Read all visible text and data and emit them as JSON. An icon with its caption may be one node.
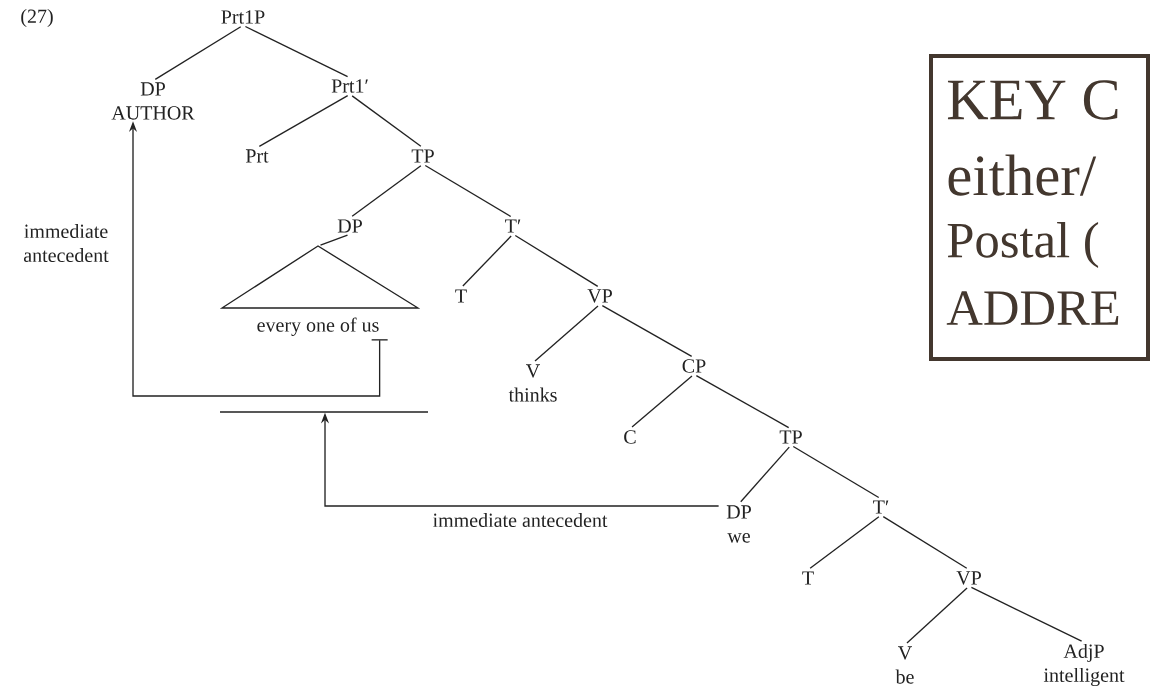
{
  "diagram": {
    "nodes": [
      {
        "text": [
          "Prt1P"
        ]
      },
      {
        "text": [
          "DP",
          "AUTHOR"
        ]
      },
      {
        "text": [
          "Prt1′"
        ]
      },
      {
        "text": [
          "Prt"
        ]
      },
      {
        "text": [
          "TP"
        ]
      },
      {
        "text": [
          "DP"
        ]
      },
      {
        "text": [
          "every one of us"
        ]
      },
      {
        "text": [
          "T′"
        ]
      },
      {
        "text": [
          "T"
        ]
      },
      {
        "text": [
          "VP"
        ]
      },
      {
        "text": [
          "V",
          "thinks"
        ]
      },
      {
        "text": [
          "CP"
        ]
      },
      {
        "text": [
          "C"
        ]
      },
      {
        "text": [
          "TP"
        ]
      },
      {
        "text": [
          "DP",
          "we"
        ]
      },
      {
        "text": [
          "T′"
        ]
      },
      {
        "text": [
          "T"
        ]
      },
      {
        "text": [
          "VP"
        ]
      },
      {
        "text": [
          "V",
          "be"
        ]
      },
      {
        "text": [
          "AdjP",
          "intelligent"
        ]
      },
      {
        "text": [],
        "shape": "bar"
      },
      {
        "text": [
          "KEY C",
          "either/",
          "Postal (",
          "ADDRE"
        ]
      }
    ],
    "edges": [
      {
        "from": 0,
        "to": 1,
        "arrow": "none"
      },
      {
        "from": 0,
        "to": 2,
        "arrow": "none"
      },
      {
        "from": 2,
        "to": 3,
        "arrow": "none"
      },
      {
        "from": 2,
        "to": 4,
        "arrow": "none"
      },
      {
        "from": 4,
        "to": 5,
        "arrow": "none"
      },
      {
        "from": 4,
        "to": 7,
        "arrow": "none"
      },
      {
        "from": 5,
        "to": 6,
        "arrow": "none"
      },
      {
        "from": 7,
        "to": 8,
        "arrow": "none"
      },
      {
        "from": 7,
        "to": 9,
        "arrow": "none"
      },
      {
        "from": 9,
        "to": 10,
        "arrow": "none"
      },
      {
        "from": 9,
        "to": 11,
        "arrow": "none"
      },
      {
        "from": 11,
        "to": 12,
        "arrow": "none"
      },
      {
        "from": 11,
        "to": 13,
        "arrow": "none"
      },
      {
        "from": 13,
        "to": 14,
        "arrow": "none"
      },
      {
        "from": 13,
        "to": 15,
        "arrow": "none"
      },
      {
        "from": 15,
        "to": 16,
        "arrow": "none"
      },
      {
        "from": 15,
        "to": 17,
        "arrow": "none"
      },
      {
        "from": 17,
        "to": 18,
        "arrow": "none"
      },
      {
        "from": 17,
        "to": 19,
        "arrow": "none"
      },
      {
        "from": 6,
        "to": 1,
        "arrow": "to",
        "label": "immediate antecedent"
      },
      {
        "from": 14,
        "to": 20,
        "arrow": "to",
        "label": "immediate antecedent"
      }
    ],
    "labels": [
      "(27)"
    ]
  }
}
